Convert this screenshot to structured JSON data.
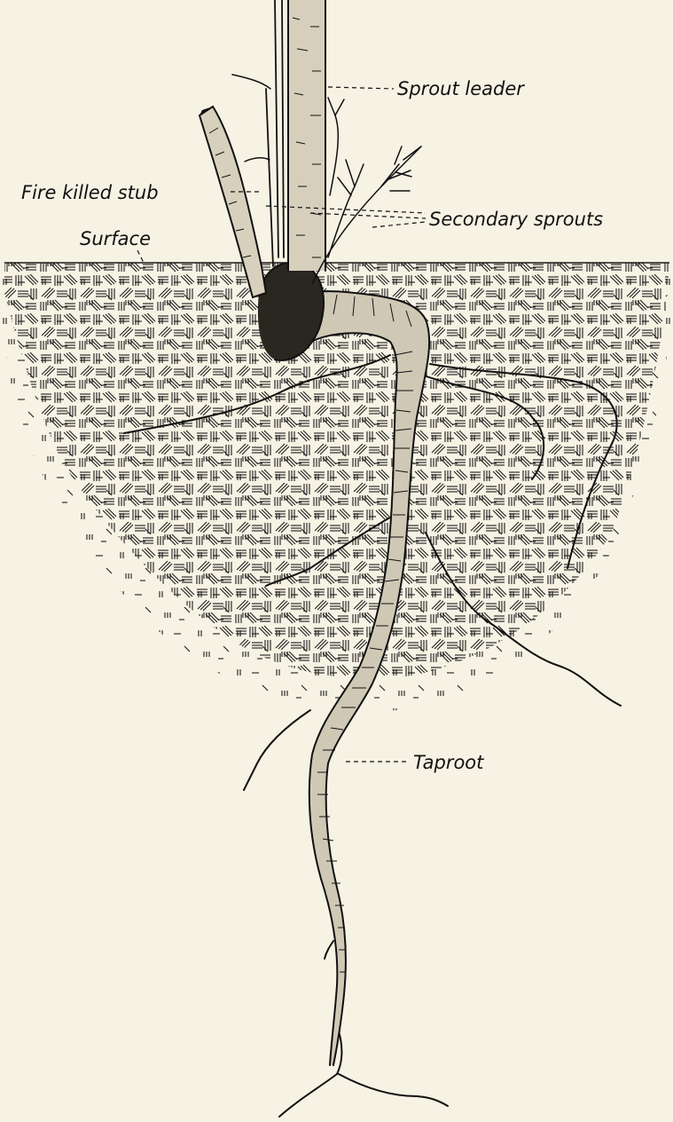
{
  "labels": {
    "sprout_leader": "Sprout leader",
    "fire_killed_stub": "Fire killed stub",
    "secondary_sprouts": "Secondary sprouts",
    "surface": "Surface",
    "taproot": "Taproot"
  },
  "colors": {
    "paper": "#f6f2e4",
    "ink": "#111111",
    "soil_hatch": "#1a1a1a"
  }
}
